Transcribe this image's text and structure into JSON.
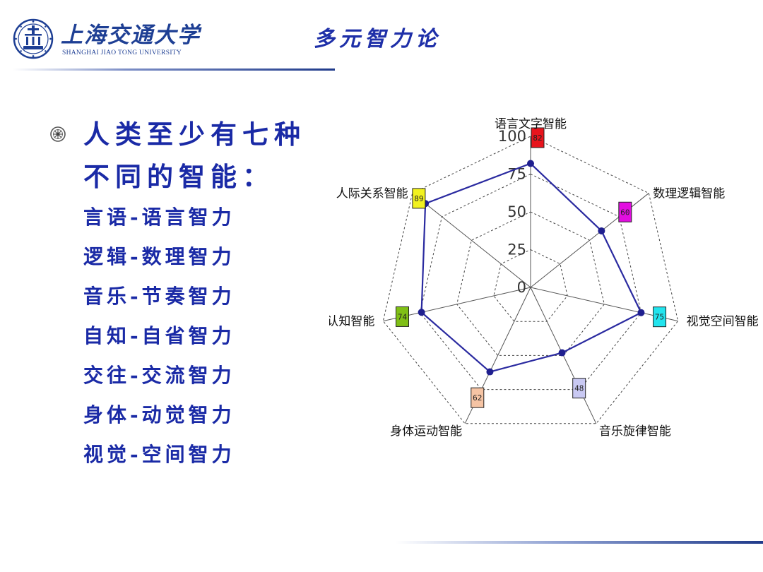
{
  "header": {
    "logo_cn": "上海交通大学",
    "logo_en": "SHANGHAI JIAO TONG UNIVERSITY",
    "title": "多元智力论"
  },
  "content": {
    "lead_lines": [
      "人类至少有七种",
      "不同的智能："
    ],
    "items": [
      "言语-语言智力",
      "逻辑-数理智力",
      "音乐-节奏智力",
      "自知-自省智力",
      "交往-交流智力",
      "身体-动觉智力",
      "视觉-空间智力"
    ]
  },
  "colors": {
    "text_blue": "#1a2aa6",
    "series_line": "#2a2aa0",
    "marker": "#1f1f8f"
  },
  "chart_data": {
    "type": "radar",
    "categories": [
      "语言文字智能",
      "数理逻辑智能",
      "视觉空间智能",
      "音乐旋律智能",
      "身体运动智能",
      "自我认知智能",
      "人际关系智能"
    ],
    "values": [
      82,
      60,
      75,
      48,
      62,
      74,
      89
    ],
    "value_label_colors": [
      "#e8141c",
      "#e20ee0",
      "#22e4ee",
      "#c9c9f3",
      "#f6c4a4",
      "#7fbf16",
      "#f2f21e"
    ],
    "rlim": [
      0,
      100
    ],
    "ticks": [
      0,
      25,
      50,
      75,
      100
    ],
    "grid": true
  }
}
